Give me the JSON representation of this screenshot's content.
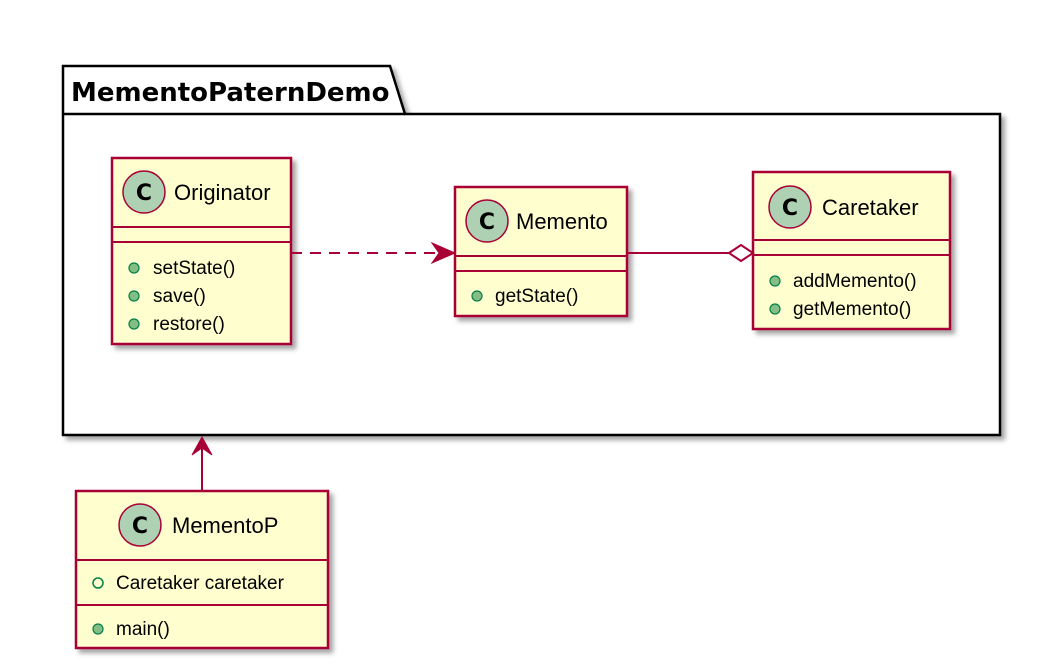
{
  "package": {
    "name": "MementoPaternDemo"
  },
  "colors": {
    "class_fill": "#FEFECE",
    "class_border": "#A80036",
    "spot_fill": "#ADD1B2",
    "method_marker": "#84BE84",
    "field_marker": "#038048",
    "arrow": "#A80036"
  },
  "classes": {
    "originator": {
      "stereotype": "C",
      "name": "Originator",
      "methods": [
        "setState()",
        "save()",
        "restore()"
      ]
    },
    "memento": {
      "stereotype": "C",
      "name": "Memento",
      "methods": [
        "getState()"
      ]
    },
    "caretaker": {
      "stereotype": "C",
      "name": "Caretaker",
      "methods": [
        "addMemento()",
        "getMemento()"
      ]
    },
    "mementop": {
      "stereotype": "C",
      "name": "MementoP",
      "fields": [
        "Caretaker caretaker"
      ],
      "methods": [
        "main()"
      ]
    }
  },
  "relations": [
    {
      "from": "Originator",
      "to": "Memento",
      "type": "dependency",
      "style": "dashed"
    },
    {
      "from": "Memento",
      "to": "Caretaker",
      "type": "aggregation"
    },
    {
      "from": "MementoP",
      "to": "MementoPaternDemo",
      "type": "association"
    }
  ]
}
